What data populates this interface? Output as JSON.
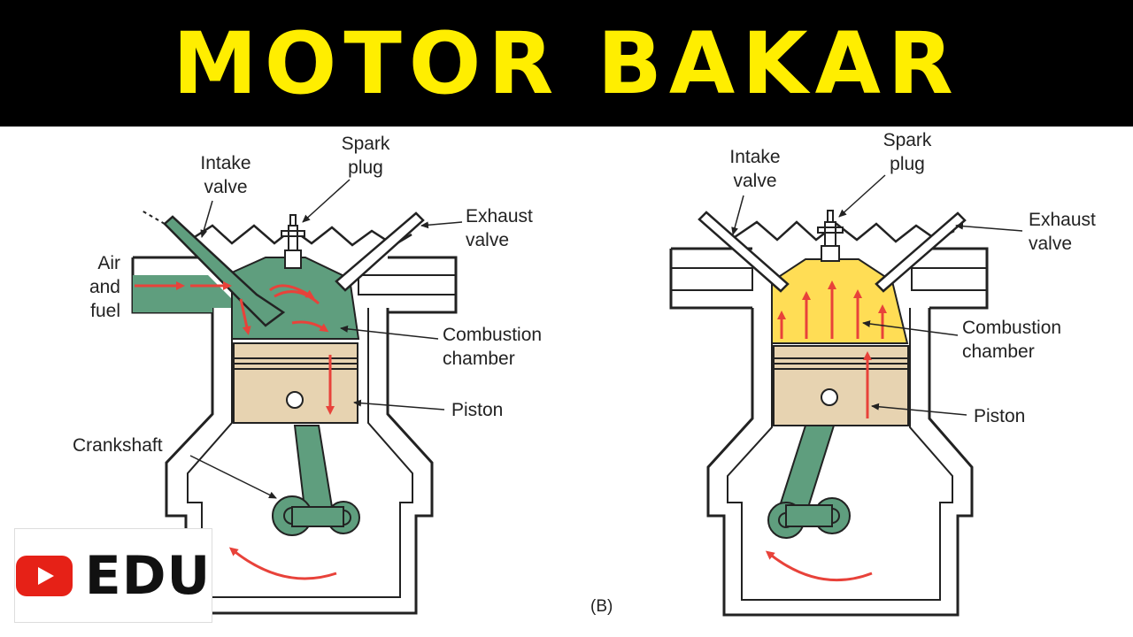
{
  "banner": {
    "title": "MOTOR BAKAR"
  },
  "badge": {
    "text": "EDU",
    "icon": "youtube-play-icon"
  },
  "colors": {
    "banner_bg": "#000000",
    "title": "#ffee00",
    "green": "#5f9e7e",
    "piston": "#e7d3b1",
    "flame": "#ffdd55",
    "arrow": "#e8423a"
  },
  "left_diagram": {
    "labels": {
      "spark_plug": "Spark\nplug",
      "intake_valve": "Intake\nvalve",
      "exhaust_valve": "Exhaust\nvalve",
      "air_fuel": "Air\nand\nfuel",
      "combustion_chamber": "Combustion\nchamber",
      "piston": "Piston",
      "crankshaft": "Crankshaft"
    }
  },
  "right_diagram": {
    "caption": "(B)",
    "labels": {
      "spark_plug": "Spark\nplug",
      "intake_valve": "Intake\nvalve",
      "exhaust_valve": "Exhaust\nvalve",
      "combustion_chamber": "Combustion\nchamber",
      "piston": "Piston"
    }
  }
}
